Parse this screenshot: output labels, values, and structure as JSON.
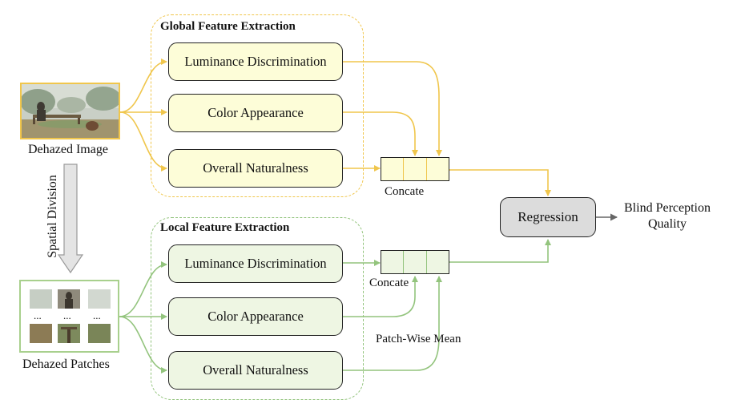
{
  "global_group": {
    "title": "Global Feature Extraction",
    "features": [
      "Luminance Discrimination",
      "Color Appearance",
      "Overall Naturalness"
    ],
    "concat_label": "Concate"
  },
  "local_group": {
    "title": "Local Feature Extraction",
    "features": [
      "Luminance Discrimination",
      "Color Appearance",
      "Overall Naturalness"
    ],
    "concat_label": "Concate",
    "mean_label": "Patch-Wise Mean"
  },
  "inputs": {
    "image_label": "Dehazed Image",
    "patches_label": "Dehazed Patches",
    "division_label": "Spatial Division",
    "ellipsis": "..."
  },
  "regression": {
    "label": "Regression"
  },
  "output": {
    "line1": "Blind Perception",
    "line2": "Quality"
  },
  "colors": {
    "global_accent": "#f0c64c",
    "global_fill": "#fdfdd8",
    "local_accent": "#93c47d",
    "local_fill": "#eef6e3",
    "regression_fill": "#dcdcdc",
    "output_arrow": "#666666"
  }
}
